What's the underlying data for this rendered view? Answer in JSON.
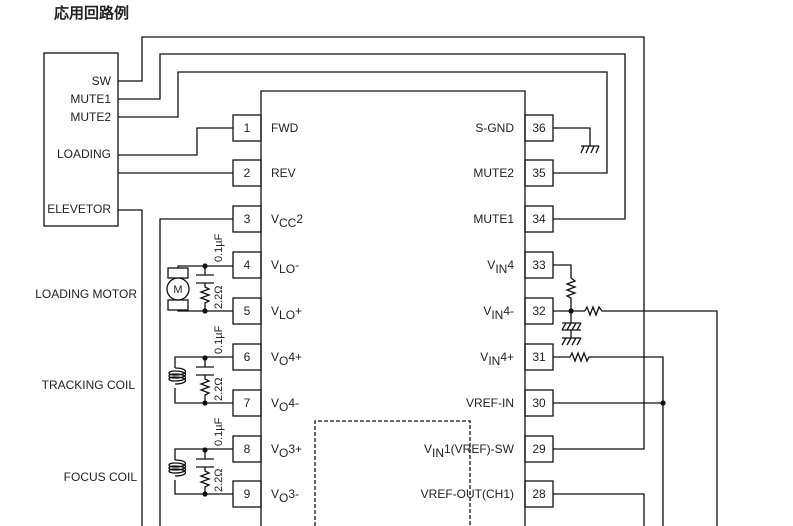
{
  "title": "応用回路例",
  "controller": {
    "signals": [
      "SW",
      "MUTE1",
      "MUTE2",
      "LOADING",
      "ELEVETOR"
    ]
  },
  "loads": [
    "LOADING MOTOR",
    "TRACKING COIL",
    "FOCUS COIL"
  ],
  "components": {
    "capacitor_value": "0.1µF",
    "resistor_value": "2.2Ω",
    "motor_symbol": "M"
  },
  "chip": {
    "left_pins": [
      {
        "num": "1",
        "name": "FWD"
      },
      {
        "num": "2",
        "name": "REV"
      },
      {
        "num": "3",
        "name": "V",
        "sub": "CC",
        "suffix": "2"
      },
      {
        "num": "4",
        "name": "V",
        "sub": "LO",
        "suffix": "-"
      },
      {
        "num": "5",
        "name": "V",
        "sub": "LO",
        "suffix": "+"
      },
      {
        "num": "6",
        "name": "V",
        "sub": "O",
        "suffix": "4+"
      },
      {
        "num": "7",
        "name": "V",
        "sub": "O",
        "suffix": "4-"
      },
      {
        "num": "8",
        "name": "V",
        "sub": "O",
        "suffix": "3+"
      },
      {
        "num": "9",
        "name": "V",
        "sub": "O",
        "suffix": "3-"
      }
    ],
    "right_pins": [
      {
        "num": "36",
        "name": "S-GND"
      },
      {
        "num": "35",
        "name": "MUTE2"
      },
      {
        "num": "34",
        "name": "MUTE1"
      },
      {
        "num": "33",
        "name": "V",
        "sub": "IN",
        "suffix": "4"
      },
      {
        "num": "32",
        "name": "V",
        "sub": "IN",
        "suffix": "4-"
      },
      {
        "num": "31",
        "name": "V",
        "sub": "IN",
        "suffix": "4+"
      },
      {
        "num": "30",
        "name": "VREF-IN"
      },
      {
        "num": "29",
        "name": "V",
        "sub": "IN",
        "suffix": "1(VREF)-SW"
      },
      {
        "num": "28",
        "name": "VREF-OUT(CH1)"
      }
    ]
  }
}
